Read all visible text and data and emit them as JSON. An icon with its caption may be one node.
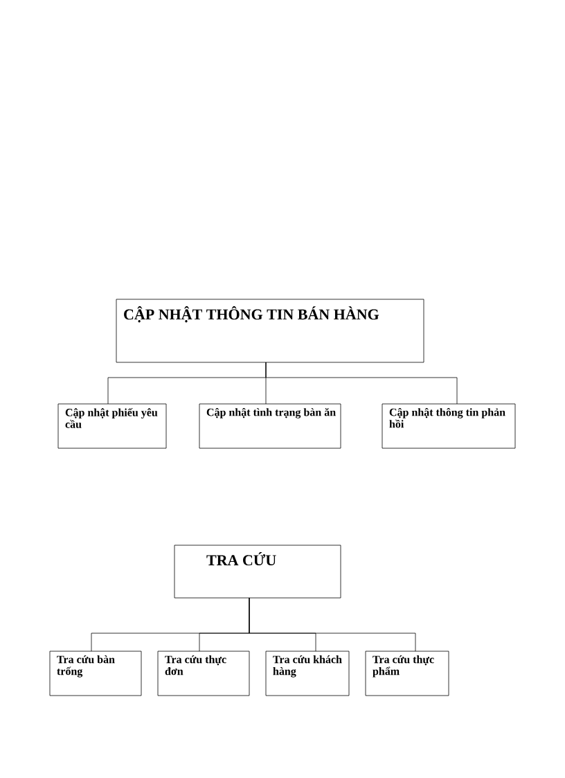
{
  "diagram": {
    "nodes": [
      {
        "text": [
          "CẬP NHẬT THÔNG TIN BÁN HÀNG"
        ]
      },
      {
        "text": [
          "Cập nhật phiếu yêu cầu"
        ]
      },
      {
        "text": [
          "Cập nhật tình trạng bàn ăn"
        ]
      },
      {
        "text": [
          "Cập nhật thông tin phản hồi"
        ]
      },
      {
        "text": [
          "TRA CỨU"
        ]
      },
      {
        "text": [
          "Tra cứu bàn trống"
        ]
      },
      {
        "text": [
          "Tra cứu thực đơn"
        ]
      },
      {
        "text": [
          "Tra cứu khách hàng"
        ]
      },
      {
        "text": [
          "Tra cứu thực phẩm"
        ]
      }
    ],
    "edges": [
      {
        "from": 0,
        "to": 1,
        "arrow": "none"
      },
      {
        "from": 0,
        "to": 2,
        "arrow": "none"
      },
      {
        "from": 0,
        "to": 3,
        "arrow": "none"
      },
      {
        "from": 4,
        "to": 5,
        "arrow": "none"
      },
      {
        "from": 4,
        "to": 6,
        "arrow": "none"
      },
      {
        "from": 4,
        "to": 7,
        "arrow": "none"
      },
      {
        "from": 4,
        "to": 8,
        "arrow": "none"
      }
    ]
  }
}
